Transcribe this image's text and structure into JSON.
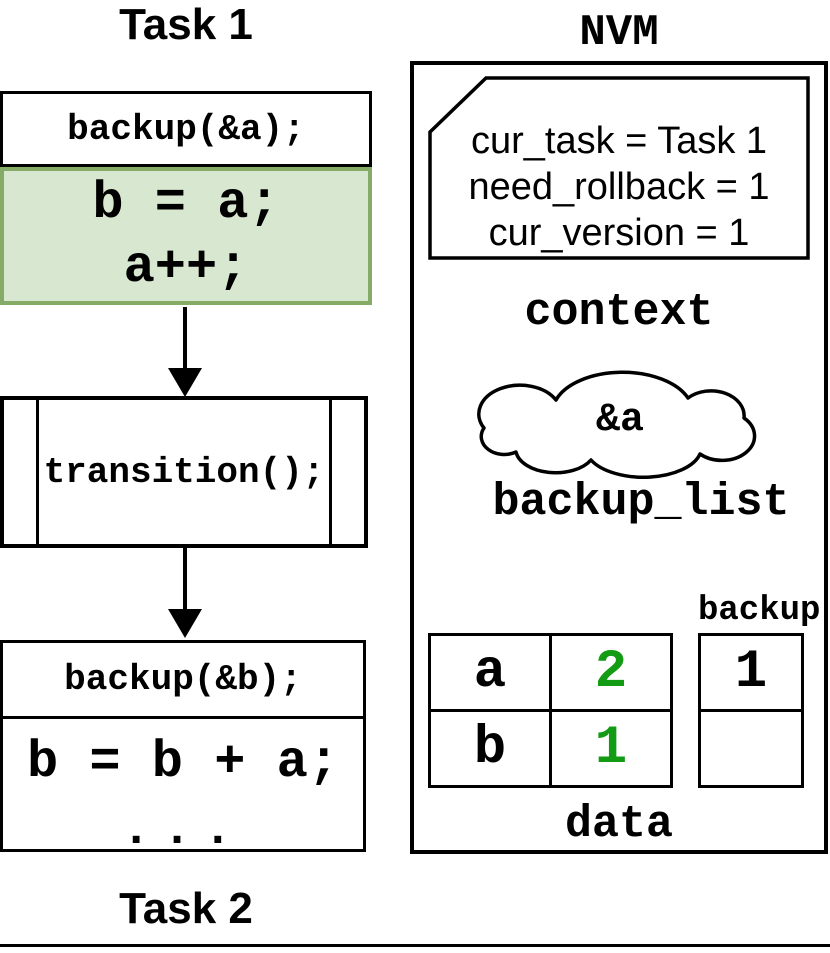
{
  "colors": {
    "highlight_fill": "#d8e7d0",
    "highlight_border": "#85ab66",
    "green_value": "#149b14"
  },
  "task1": {
    "title": "Task 1",
    "backup_line": "backup(&a);",
    "body_line1": "b = a;",
    "body_line2": "a++;"
  },
  "transition": {
    "label": "transition();"
  },
  "task2": {
    "title": "Task 2",
    "backup_line": "backup(&b);",
    "body_line": "b = b + a;",
    "ellipsis": "..."
  },
  "nvm": {
    "title": "NVM",
    "context": {
      "line1": "cur_task = Task 1",
      "line2": "need_rollback = 1",
      "line3": "cur_version = 1",
      "label": "context"
    },
    "backup_list": {
      "value": "&a",
      "label": "backup_list"
    },
    "data_table": {
      "label": "data",
      "rows": [
        {
          "name": "a",
          "value": "2"
        },
        {
          "name": "b",
          "value": "1"
        }
      ]
    },
    "backup_column": {
      "label": "backup",
      "rows": [
        {
          "value": "1"
        },
        {
          "value": ""
        }
      ]
    }
  }
}
